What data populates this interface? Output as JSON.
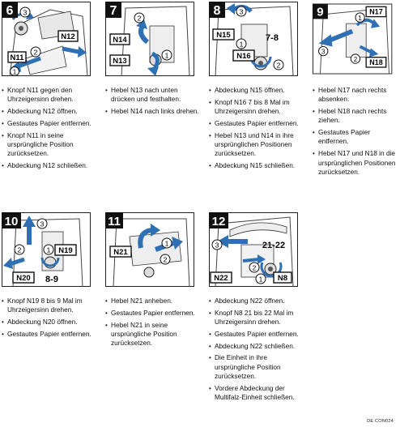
{
  "steps": [
    {
      "number": "6",
      "labels": [
        "N12",
        "N11"
      ],
      "codes": [
        "3",
        "2",
        "1"
      ],
      "instructions": [
        "Knopf N11 gegen den Uhrzeigersinn drehen.",
        "Abdeckung N12 öffnen.",
        "Gestautes Papier entfernen.",
        "Knopf N11 in seine ursprüngliche Position zurücksetzen.",
        "Abdeckung N12 schließen."
      ]
    },
    {
      "number": "7",
      "labels": [
        "N14",
        "N13"
      ],
      "codes": [
        "2",
        "1"
      ],
      "instructions": [
        "Hebel N13 nach unten drücken und festhalten.",
        "Hebel N14 nach links drehen."
      ]
    },
    {
      "number": "8",
      "labels": [
        "N15",
        "N16"
      ],
      "codes": [
        "3",
        "1",
        "2"
      ],
      "rotation": "7-8",
      "instructions": [
        "Abdeckung N15 öffnen.",
        "Knopf N16 7 bis 8 Mal im Uhrzeigersinn drehen.",
        "Gestautes Papier entfernen.",
        "Hebel N13 und N14 in ihre ursprünglichen Positionen zurücksetzen.",
        "Abdeckung N15 schließen."
      ]
    },
    {
      "number": "9",
      "labels": [
        "N17",
        "N18"
      ],
      "codes": [
        "1",
        "3",
        "2"
      ],
      "instructions": [
        "Hebel N17 nach rechts absenken.",
        "Hebel N18 nach rechts ziehen.",
        "Gestautes Papier entfernen.",
        "Hebel N17 und N18 in die ursprünglichen Positionen zurücksetzen."
      ]
    },
    {
      "number": "10",
      "labels": [
        "N19",
        "N20"
      ],
      "codes": [
        "3",
        "2",
        "1"
      ],
      "rotation": "8-9",
      "instructions": [
        "Knopf N19 8 bis 9 Mal im Uhrzeigersinn drehen.",
        "Abdeckung N20 öffnen.",
        "Gestautes Papier entfernen."
      ]
    },
    {
      "number": "11",
      "labels": [
        "N21"
      ],
      "codes": [
        "1",
        "2"
      ],
      "instructions": [
        "Hebel N21 anheben.",
        "Gestautes Papier entfernen.",
        "Hebel N21 in seine ursprüngliche Position zurücksetzen."
      ]
    },
    {
      "number": "12",
      "labels": [
        "N22",
        "N8"
      ],
      "codes": [
        "3",
        "2",
        "1"
      ],
      "rotation": "21-22",
      "instructions": [
        "Abdeckung N22 öffnen.",
        "Knopf N8 21 bis 22 Mal im Uhrzeigersinn drehen.",
        "Gestautes Papier entfernen.",
        "Abdeckung N22 schließen.",
        "Die Einheit in ihre ursprüngliche Position zurücksetzen.",
        "Vordere Abdeckung der Multifalz-Einheit schließen."
      ]
    }
  ],
  "doc_code": "DE CON024",
  "colors": {
    "arrow": "#2f6fb3",
    "arrow_light": "#8fb6de",
    "line": "#1a1a1a",
    "badge": "#111111"
  }
}
